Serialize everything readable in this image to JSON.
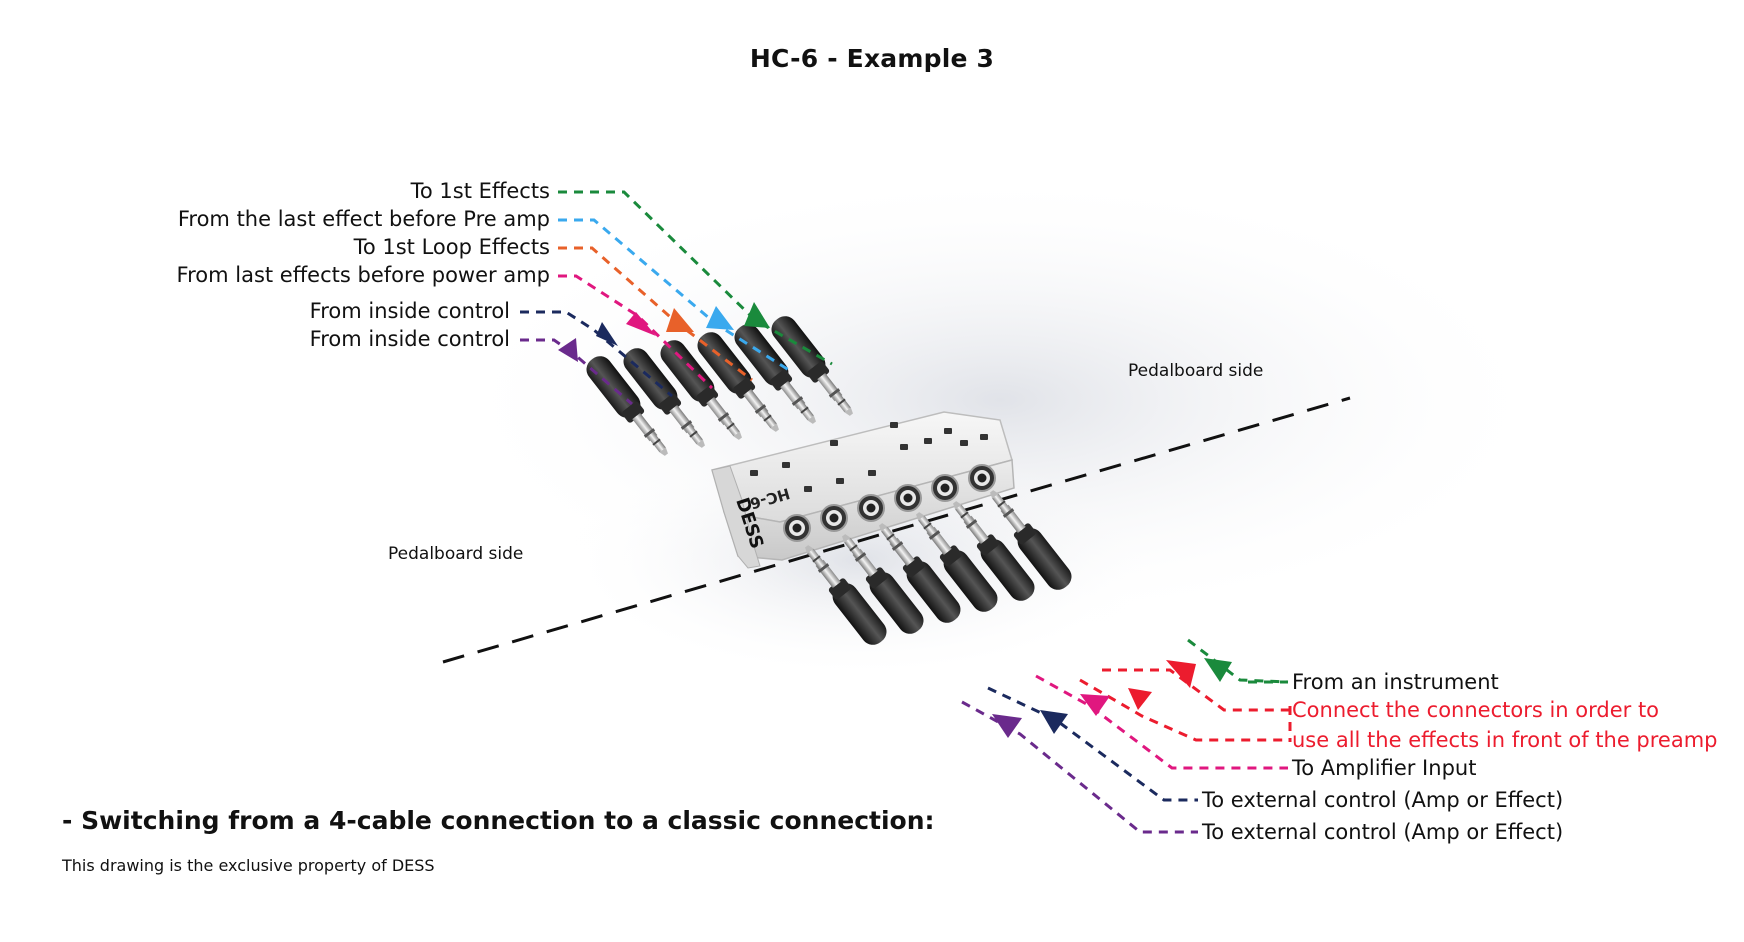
{
  "title": "HC-6  -  Example 3",
  "left_labels": [
    {
      "text": "To 1st Effects",
      "color": "#1a8a3c"
    },
    {
      "text": "From the last effect before Pre amp",
      "color": "#3aa9ee"
    },
    {
      "text": "To 1st Loop Effects",
      "color": "#e8612a"
    },
    {
      "text": "From last effects before power amp",
      "color": "#e0177f"
    },
    {
      "text": "From inside control",
      "color": "#1b2a5e"
    },
    {
      "text": "From inside control",
      "color": "#6a2a8c"
    }
  ],
  "right_labels": [
    {
      "text": "From an instrument",
      "color": "#1a8a3c"
    },
    {
      "text": "Connect the connectors in order to",
      "color": "#ec1c2e"
    },
    {
      "text": "use all the effects in front of the preamp",
      "color": "#ec1c2e"
    },
    {
      "text": "To Amplifier Input",
      "color": "#e0177f"
    },
    {
      "text": "To external control (Amp or Effect)",
      "color": "#1b2a5e"
    },
    {
      "text": "To external control (Amp or Effect)",
      "color": "#6a2a8c"
    }
  ],
  "sides": {
    "top": "Pedalboard side",
    "left": "Pedalboard side"
  },
  "device_logo": "DESS",
  "device_model": "HC-6",
  "heading": "- Switching from a 4-cable connection to a classic connection:",
  "note": "This drawing is the exclusive property of DESS"
}
